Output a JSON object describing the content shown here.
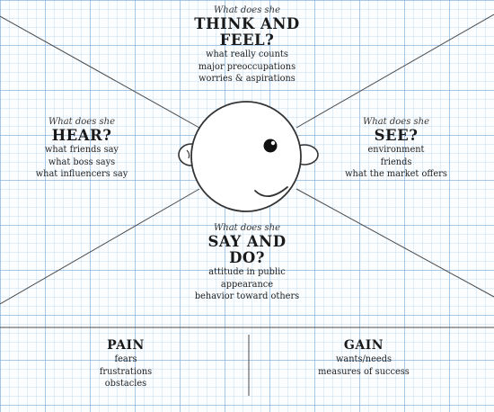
{
  "think_feel": {
    "question": "What does she",
    "title_line1": "THINK AND",
    "title_line2": "FEEL?",
    "items": [
      "what really counts",
      "major preoccupations",
      "worries & aspirations"
    ]
  },
  "hear": {
    "question": "What does she",
    "title": "HEAR?",
    "items": [
      "what friends say",
      "what boss says",
      "what influencers say"
    ]
  },
  "see": {
    "question": "What does she",
    "title": "SEE?",
    "items": [
      "environment",
      "friends",
      "what the market offers"
    ]
  },
  "say_do": {
    "question": "What does she",
    "title_line1": "SAY AND",
    "title_line2": "DO?",
    "items": [
      "attitude in public",
      "appearance",
      "behavior toward others"
    ]
  },
  "pain": {
    "title": "PAIN",
    "items": [
      "fears",
      "frustrations",
      "obstacles"
    ]
  },
  "gain": {
    "title": "GAIN",
    "items": [
      "wants/needs",
      "measures of success"
    ]
  },
  "colors": {
    "line": "#4a4a4a",
    "grid": "#78aad7",
    "background": "#fbfdff"
  }
}
